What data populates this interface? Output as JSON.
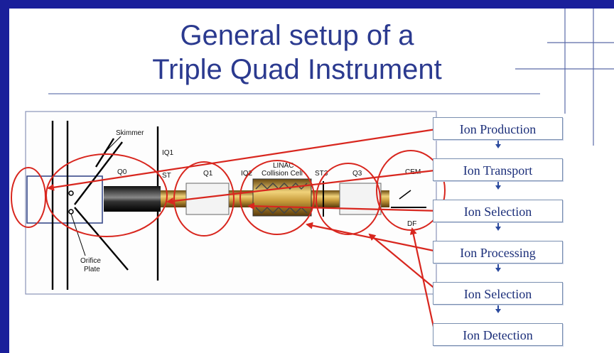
{
  "slide": {
    "title_line1": "General setup of a",
    "title_line2": "Triple Quad Instrument"
  },
  "instrument_labels": {
    "skimmer": "Skimmer",
    "iq1": "IQ1",
    "q0": "Q0",
    "st": "ST",
    "q1": "Q1",
    "iq2": "IQ2",
    "linac": "LINAC",
    "collision_cell": "Collision Cell",
    "st3": "ST3",
    "q3": "Q3",
    "cem": "CEM",
    "df": "DF",
    "orifice_plate_line1": "Orifice",
    "orifice_plate_line2": "Plate"
  },
  "stages": [
    {
      "label": "Ion Production"
    },
    {
      "label": "Ion Transport"
    },
    {
      "label": "Ion Selection"
    },
    {
      "label": "Ion Processing"
    },
    {
      "label": "Ion Selection"
    },
    {
      "label": "Ion Detection"
    }
  ],
  "colors": {
    "background": "#1a1f9a",
    "title": "#2b3a8f",
    "annotation_red": "#d8261e",
    "quad_gold": "#c8a24a"
  }
}
